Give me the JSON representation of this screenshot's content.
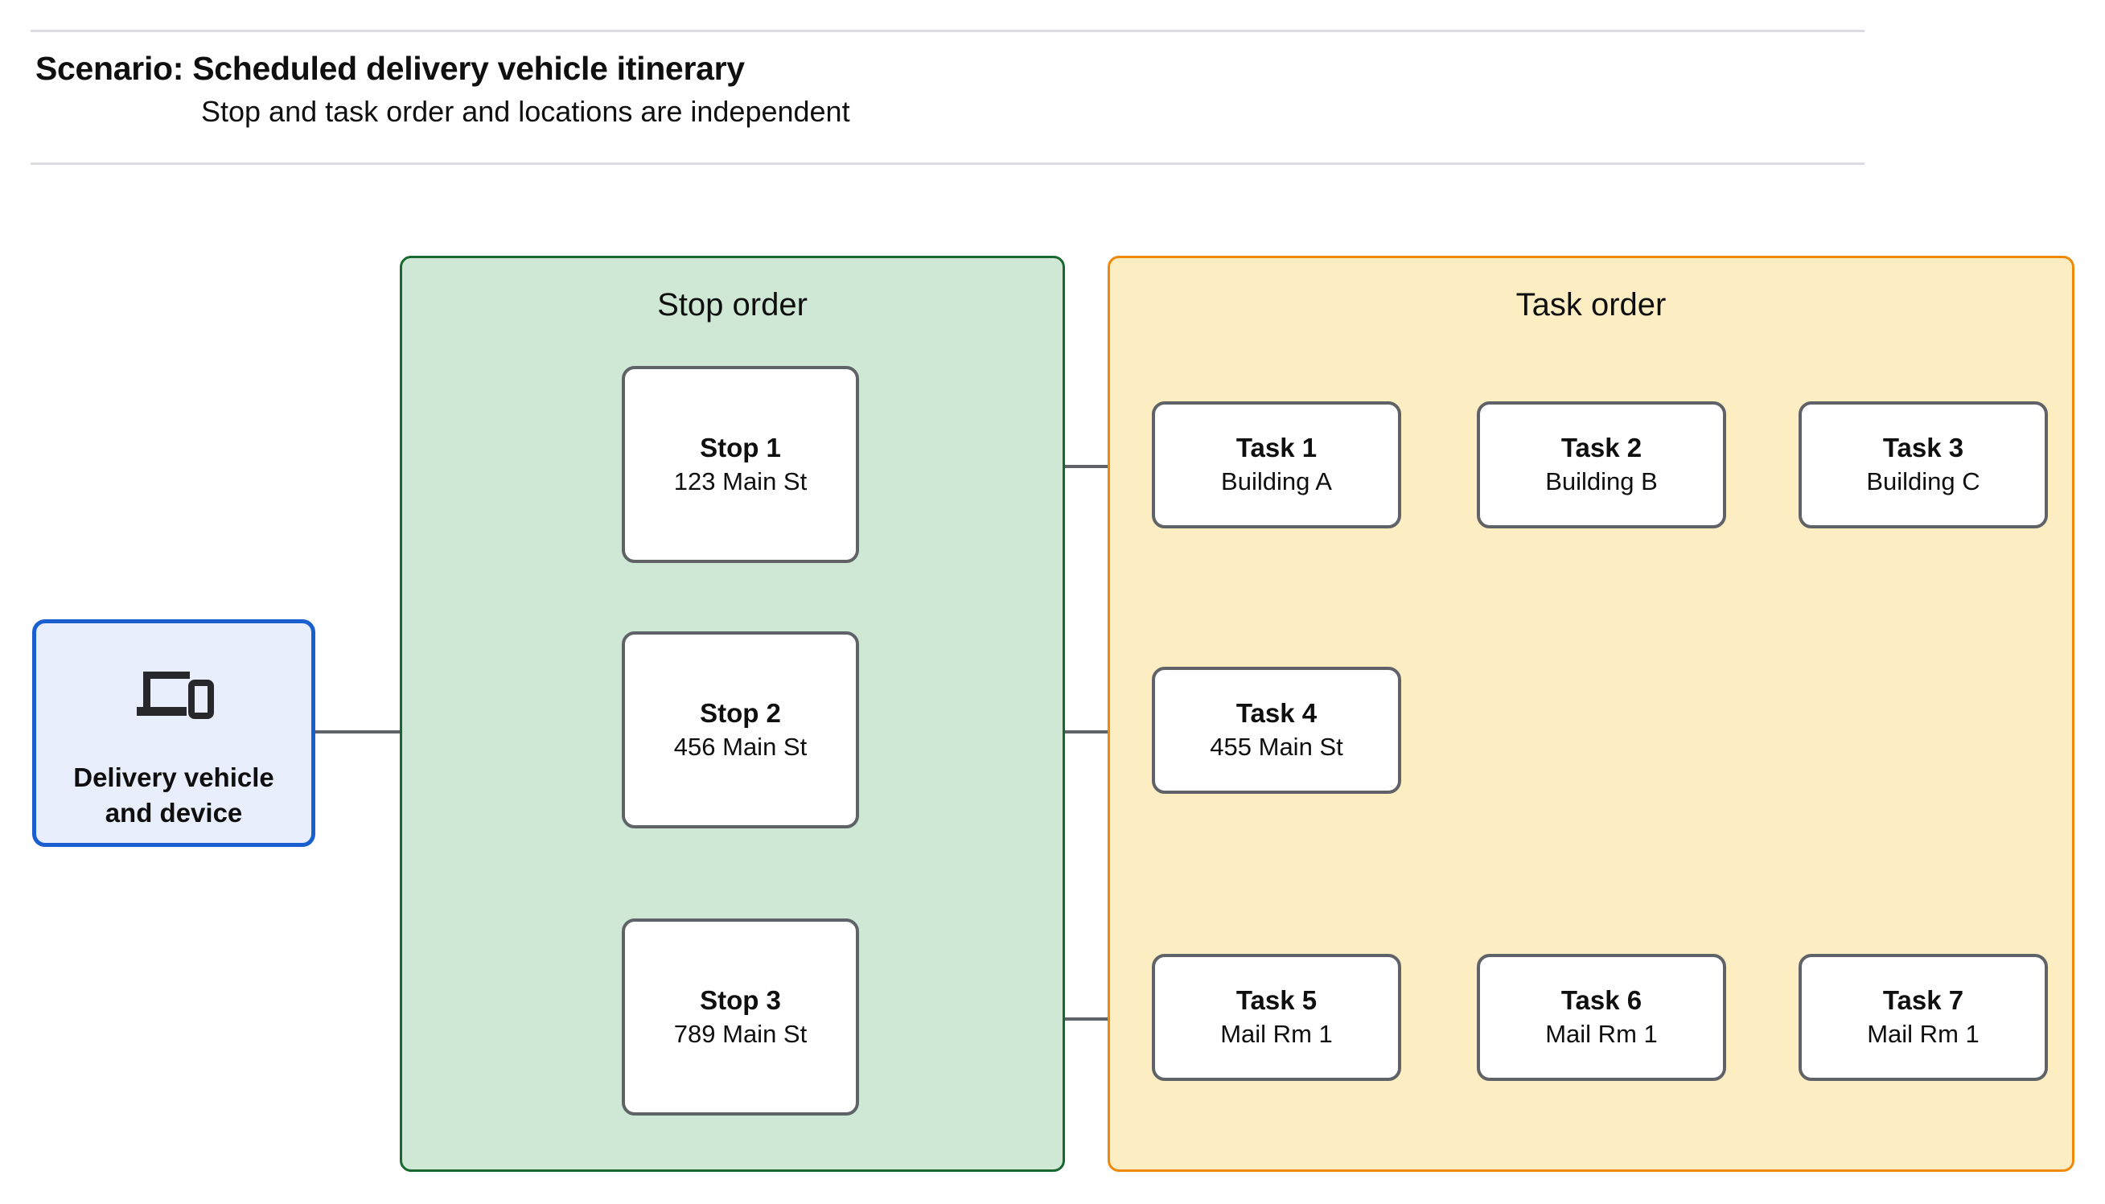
{
  "header": {
    "title": "Scenario: Scheduled delivery vehicle itinerary",
    "subtitle": "Stop and task order and locations are independent"
  },
  "device": {
    "icon": "devices-icon",
    "label_line1": "Delivery vehicle",
    "label_line2": "and device"
  },
  "groups": {
    "stop": {
      "title": "Stop order",
      "fill": "#cee8d5",
      "border": "#17672f"
    },
    "task": {
      "title": "Task order",
      "fill": "#fcedc3",
      "border": "#f08808"
    }
  },
  "stops": [
    {
      "title": "Stop 1",
      "address": "123 Main St"
    },
    {
      "title": "Stop 2",
      "address": "456 Main St"
    },
    {
      "title": "Stop 3",
      "address": "789 Main St"
    }
  ],
  "task_rows": [
    [
      {
        "title": "Task 1",
        "location": "Building A"
      },
      {
        "title": "Task 2",
        "location": "Building B"
      },
      {
        "title": "Task 3",
        "location": "Building C"
      }
    ],
    [
      {
        "title": "Task 4",
        "location": "455 Main St"
      }
    ],
    [
      {
        "title": "Task 5",
        "location": "Mail Rm 1"
      },
      {
        "title": "Task 6",
        "location": "Mail Rm 1"
      },
      {
        "title": "Task 7",
        "location": "Mail Rm 1"
      }
    ]
  ],
  "colors": {
    "connector": "#5f6368",
    "node_border": "#5f6368",
    "device_border": "#1a5fd0",
    "device_fill": "#e8eefc",
    "rule": "#dadce0"
  }
}
